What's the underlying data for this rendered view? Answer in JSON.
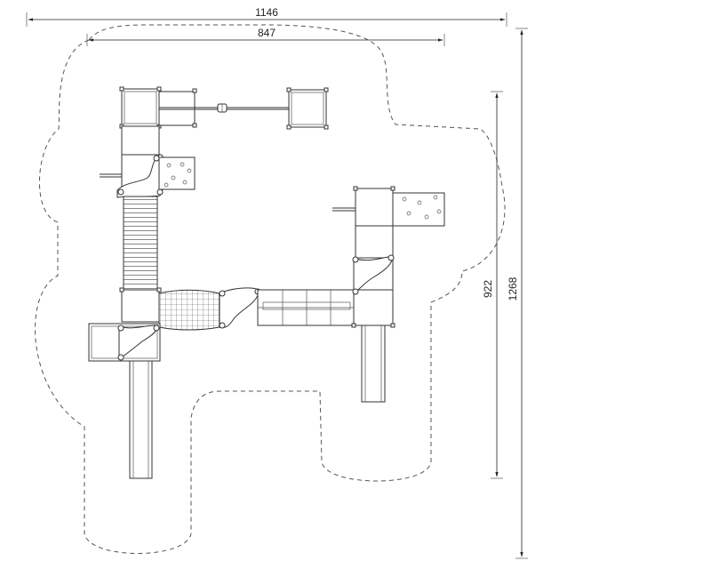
{
  "dimensions": {
    "overall_width": "1146",
    "inner_width": "847",
    "partial_height": "922",
    "overall_height": "1268"
  },
  "colors": {
    "line": "#333333",
    "background": "#ffffff"
  }
}
